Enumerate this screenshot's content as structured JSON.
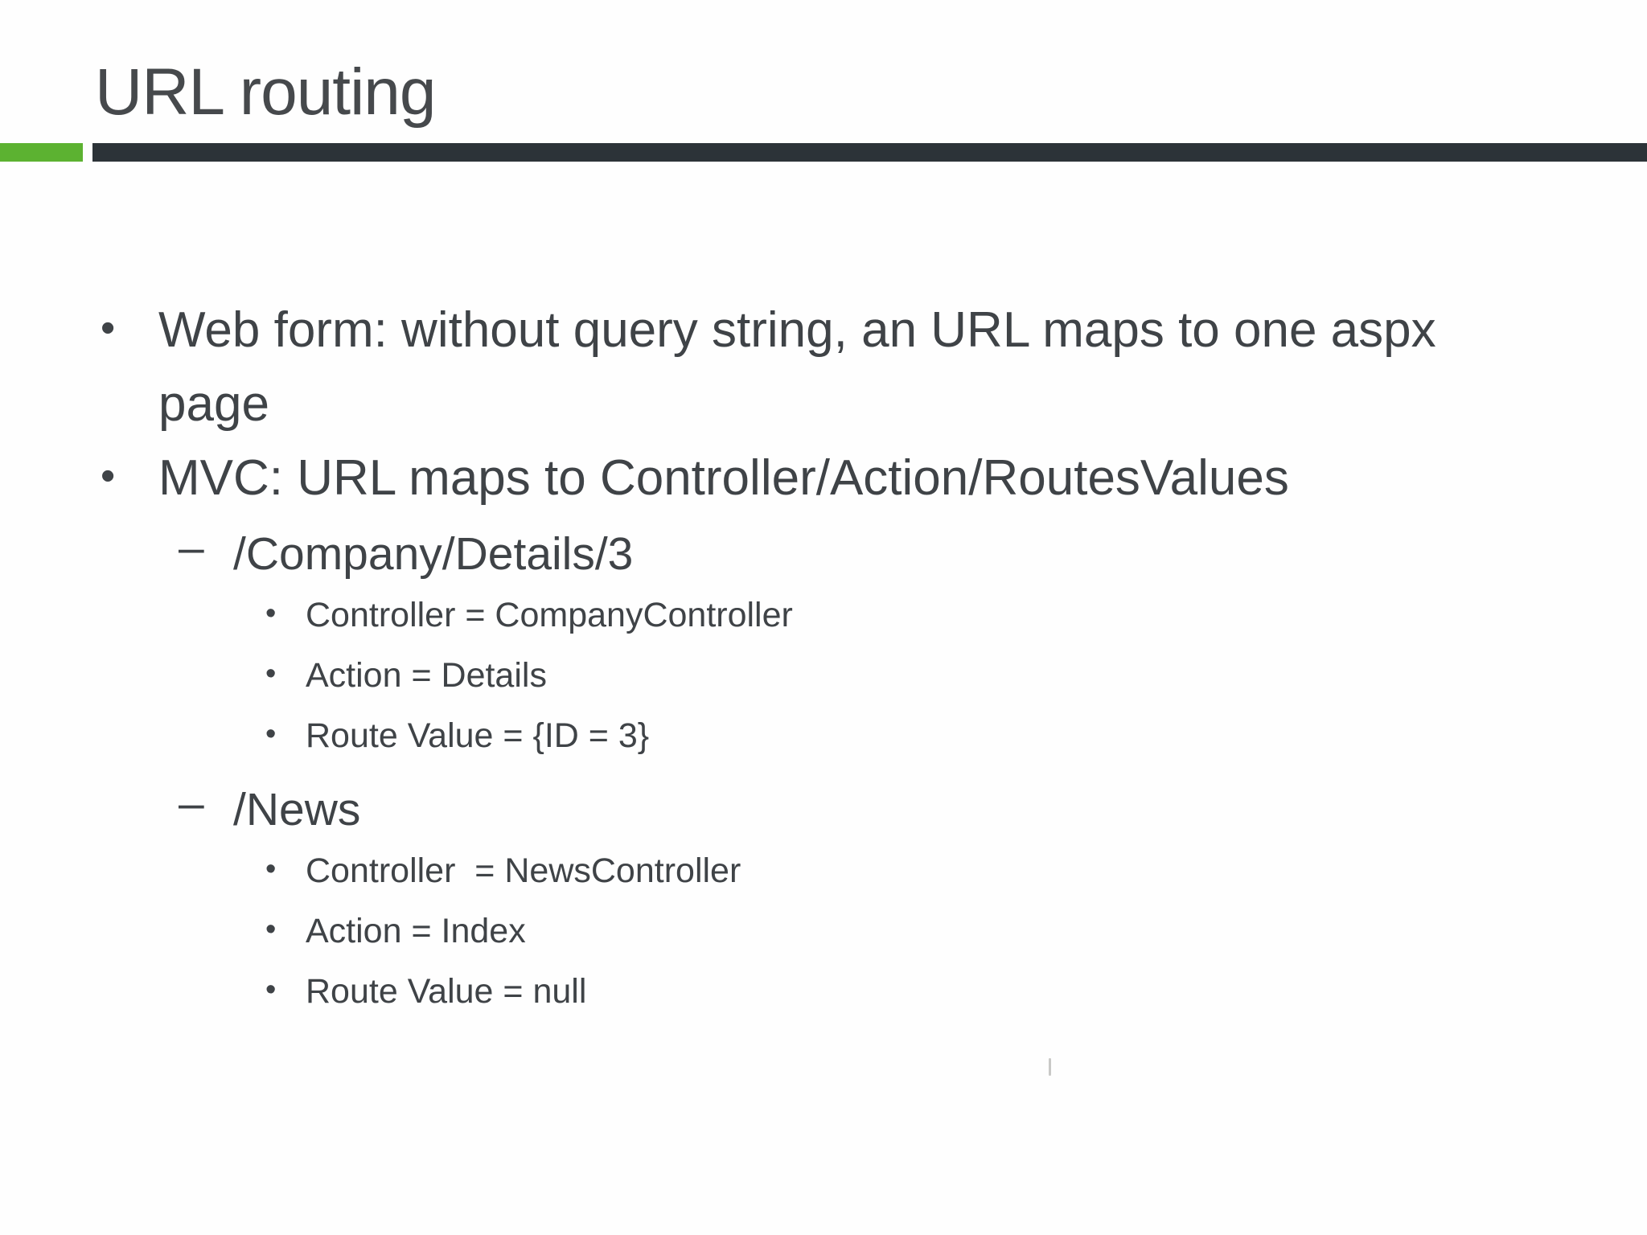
{
  "slide": {
    "title": "URL routing",
    "colors": {
      "accent_green": "#5CB231",
      "bar_dark": "#2C3338",
      "text": "#3F4347"
    },
    "bullets": [
      {
        "level": 1,
        "marker": "•",
        "lines": [
          "Web form: without query string, an URL maps to one aspx",
          "page"
        ]
      },
      {
        "level": 1,
        "marker": "•",
        "lines": [
          "MVC: URL maps to Controller/Action/RoutesValues"
        ]
      },
      {
        "level": 2,
        "marker": "–",
        "lines": [
          "/Company/Details/3"
        ]
      },
      {
        "level": 3,
        "marker": "•",
        "lines": [
          "Controller = CompanyController"
        ]
      },
      {
        "level": 3,
        "marker": "•",
        "lines": [
          "Action = Details"
        ]
      },
      {
        "level": 3,
        "marker": "•",
        "lines": [
          "Route Value = {ID = 3}"
        ]
      },
      {
        "level": 2,
        "marker": "–",
        "lines": [
          "/News"
        ]
      },
      {
        "level": 3,
        "marker": "•",
        "lines": [
          "Controller  = NewsController"
        ]
      },
      {
        "level": 3,
        "marker": "•",
        "lines": [
          "Action = Index"
        ]
      },
      {
        "level": 3,
        "marker": "•",
        "lines": [
          "Route Value = null"
        ]
      }
    ]
  }
}
